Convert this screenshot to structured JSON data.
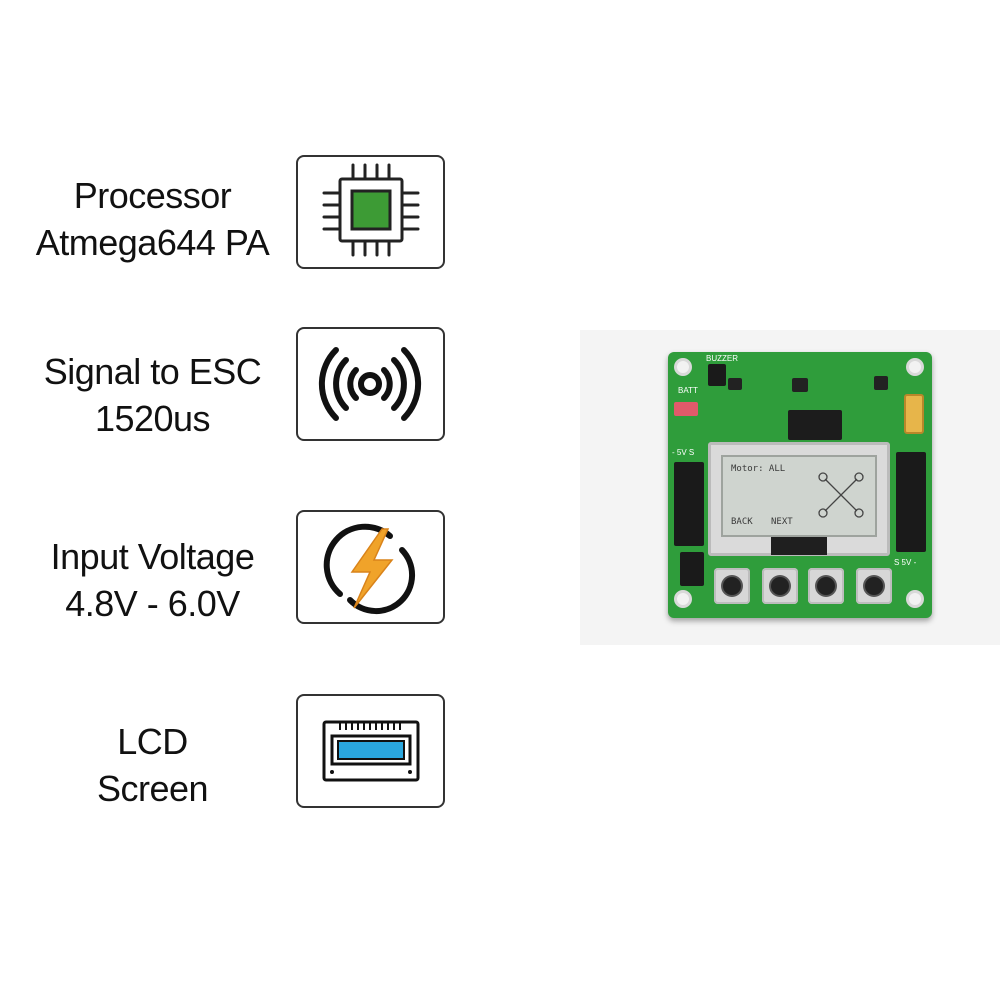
{
  "specs": [
    {
      "icon": "processor-chip-icon",
      "line1": "Processor",
      "line2": "Atmega644 PA"
    },
    {
      "icon": "signal-waves-icon",
      "line1": "Signal to ESC",
      "line2": "1520us"
    },
    {
      "icon": "lightning-bolt-icon",
      "line1": "Input Voltage",
      "line2": "4.8V - 6.0V"
    },
    {
      "icon": "lcd-screen-icon",
      "line1": "LCD",
      "line2": "Screen"
    }
  ],
  "colors": {
    "chip_green": "#3d9b35",
    "bolt_orange": "#f0a32a",
    "lcd_blue": "#2aa7df",
    "board_green": "#2f9d3b"
  },
  "board": {
    "lcd_line1": "Motor: ALL",
    "lcd_back": "BACK",
    "lcd_next": "NEXT",
    "silk_buzzer": "BUZZER",
    "silk_batt": "BATT",
    "silk_5v_left": "- 5V S",
    "silk_5v_right": "S 5V -"
  }
}
